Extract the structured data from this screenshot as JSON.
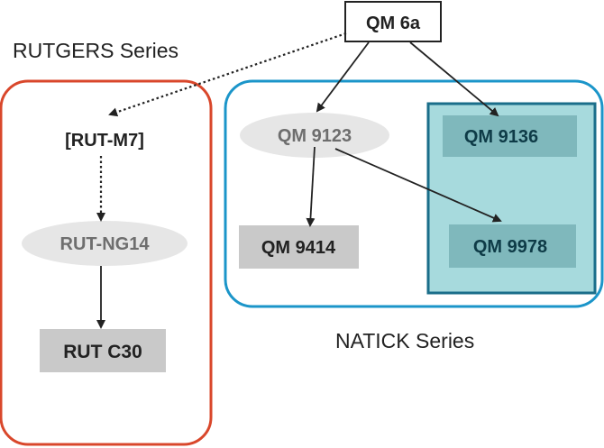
{
  "series": {
    "rutgers": {
      "label": "RUTGERS Series",
      "border_color": "#d9472b"
    },
    "natick": {
      "label": "NATICK Series",
      "border_color": "#1b95c9",
      "subgroup_fill": "#a7dadd",
      "subgroup_border": "#1a6e8a"
    }
  },
  "nodes": {
    "qm6a": "QM 6a",
    "rut_m7": "[RUT-M7]",
    "rut_ng14": "RUT-NG14",
    "rut_c30": "RUT C30",
    "qm9123": "QM 9123",
    "qm9414": "QM 9414",
    "qm9136": "QM 9136",
    "qm9978": "QM 9978"
  },
  "colors": {
    "gray_box": "#c9c9c9",
    "ellipse": "#e6e6e6",
    "teal_box": "#7fb8bc",
    "dark_text": "#222222",
    "gray_text": "#6e6e6e",
    "teal_text": "#0e3b47"
  }
}
